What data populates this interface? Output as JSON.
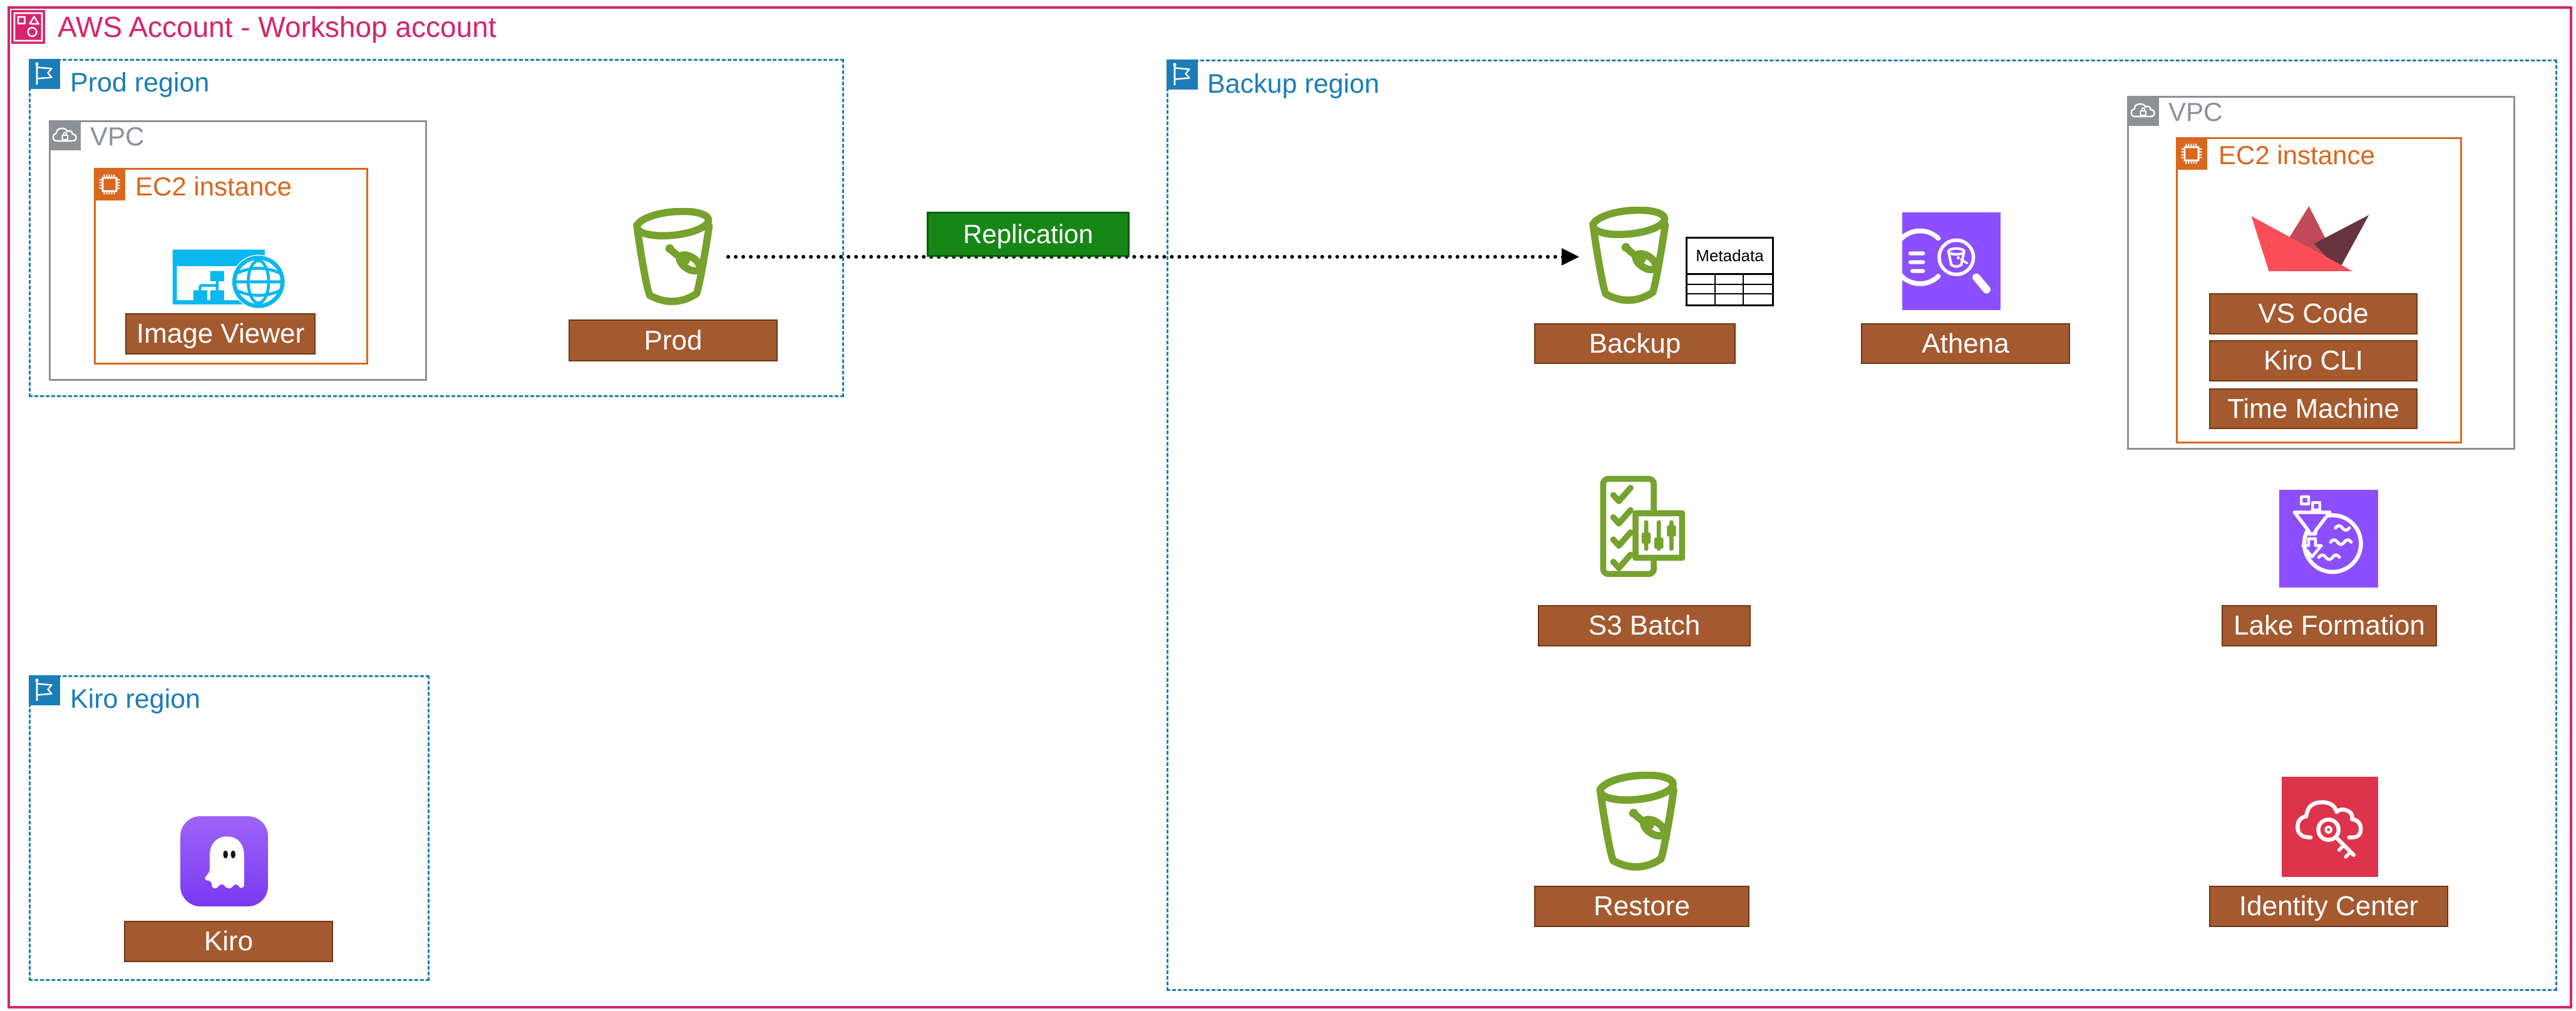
{
  "account": {
    "title": "AWS Account - Workshop account"
  },
  "prod_region": {
    "title": "Prod region",
    "vpc": {
      "title": "VPC",
      "ec2": {
        "title": "EC2 instance",
        "app_label": "Image Viewer"
      }
    },
    "bucket": {
      "label": "Prod"
    }
  },
  "replication": {
    "label": "Replication"
  },
  "kiro_region": {
    "title": "Kiro region",
    "app": {
      "label": "Kiro"
    }
  },
  "backup_region": {
    "title": "Backup region",
    "backup_bucket": {
      "label": "Backup",
      "metadata": {
        "title": "Metadata"
      }
    },
    "athena": {
      "label": "Athena"
    },
    "s3_batch": {
      "label": "S3 Batch"
    },
    "restore_bucket": {
      "label": "Restore"
    },
    "lake_formation": {
      "label": "Lake Formation"
    },
    "identity_center": {
      "label": "Identity Center"
    },
    "vpc": {
      "title": "VPC",
      "ec2": {
        "title": "EC2 instance",
        "tools": [
          {
            "label": "VS Code"
          },
          {
            "label": "Kiro CLI"
          },
          {
            "label": "Time Machine"
          }
        ]
      }
    }
  },
  "colors": {
    "account_pink": "#D6246E",
    "region_blue": "#1B7DB8",
    "vpc_gray": "#8C9196",
    "ec2_orange": "#D9671E",
    "s3_green": "#76A22D",
    "label_brown": "#A4592F",
    "replication_green": "#168716",
    "analytics_purple": "#8C4FFF",
    "identity_red": "#DD344C",
    "kiro_purple": "#8A45F7",
    "app_cyan": "#0BB7EF"
  }
}
